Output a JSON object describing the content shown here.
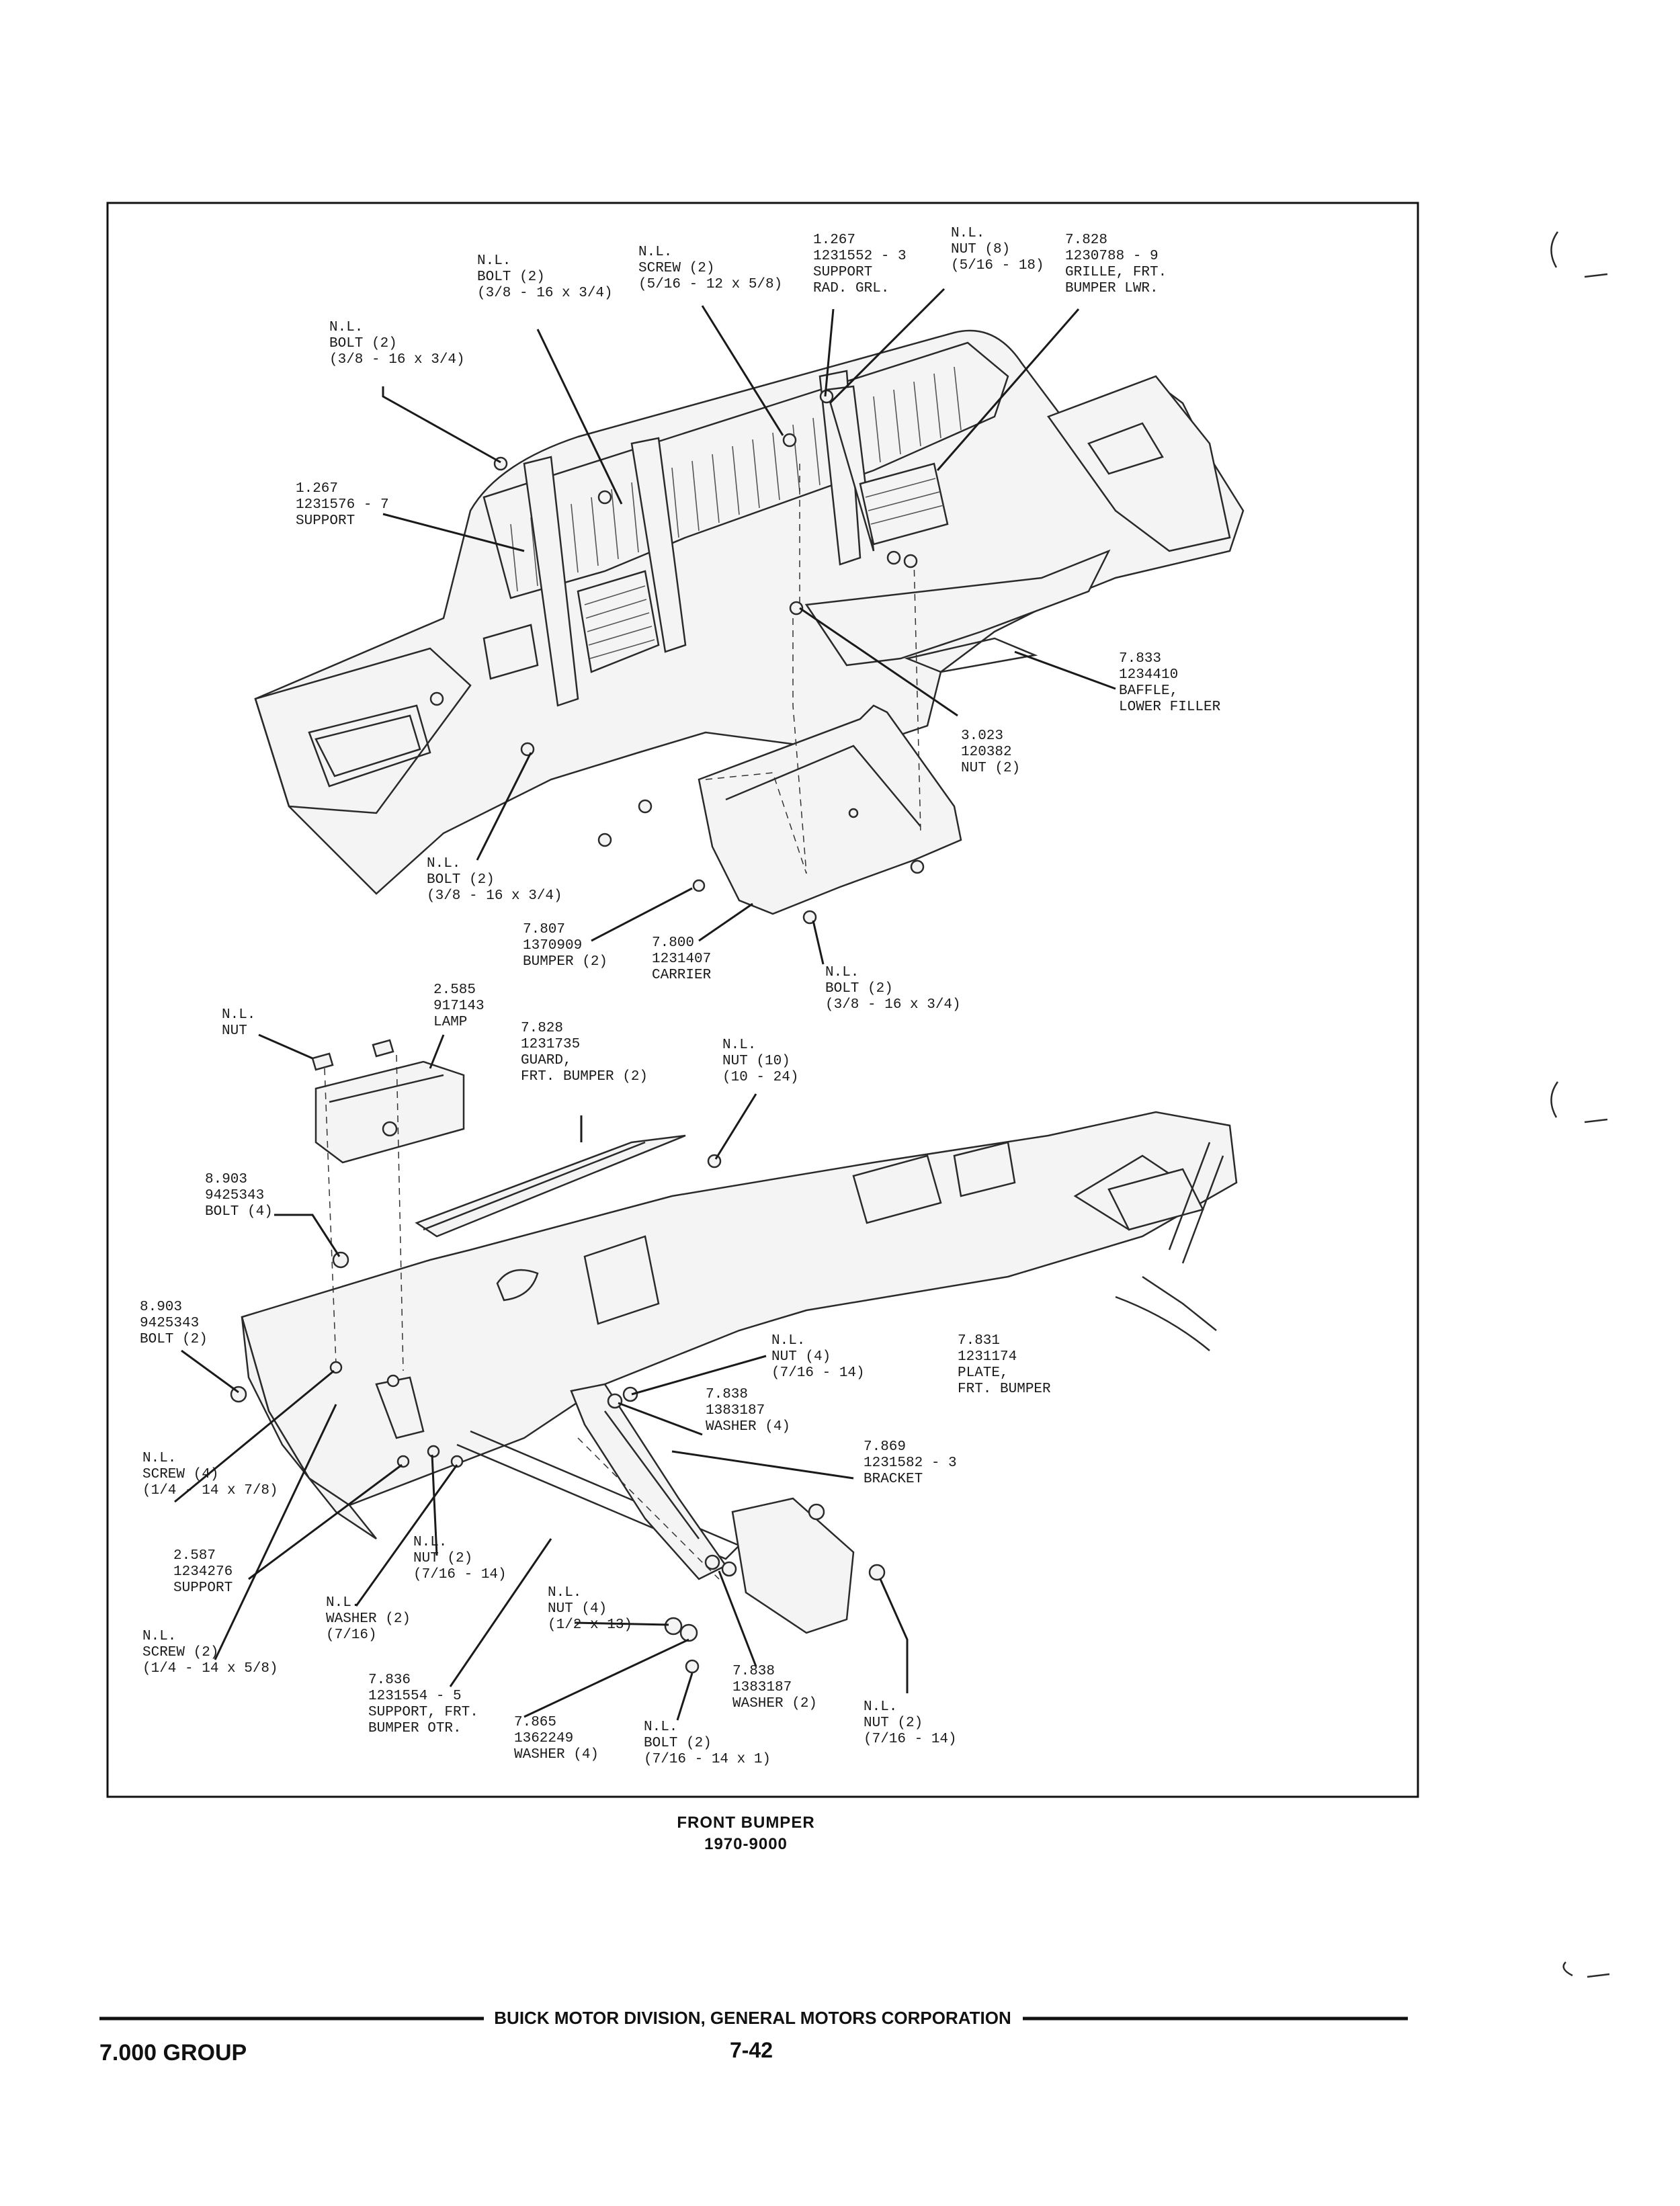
{
  "callouts": [
    {
      "lines": [
        "N.L.",
        "BOLT (2)",
        "(3/8 - 16 x 3/4)"
      ]
    },
    {
      "lines": [
        "N.L.",
        "SCREW (2)",
        "(5/16 - 12 x 5/8)"
      ]
    },
    {
      "lines": [
        "1.267",
        "1231552 - 3",
        "SUPPORT",
        "RAD. GRL."
      ]
    },
    {
      "lines": [
        "N.L.",
        "NUT (8)",
        "(5/16 - 18)"
      ]
    },
    {
      "lines": [
        "7.828",
        "1230788 - 9",
        "GRILLE, FRT.",
        "BUMPER LWR."
      ]
    },
    {
      "lines": [
        "N.L.",
        "BOLT (2)",
        "(3/8 - 16 x 3/4)"
      ]
    },
    {
      "lines": [
        "1.267",
        "1231576 - 7",
        "SUPPORT"
      ]
    },
    {
      "lines": [
        "7.833",
        "1234410",
        "BAFFLE,",
        "LOWER FILLER"
      ]
    },
    {
      "lines": [
        "3.023",
        "120382",
        "NUT (2)"
      ]
    },
    {
      "lines": [
        "N.L.",
        "BOLT (2)",
        "(3/8 - 16 x 3/4)"
      ]
    },
    {
      "lines": [
        "7.807",
        "1370909",
        "BUMPER (2)"
      ]
    },
    {
      "lines": [
        "7.800",
        "1231407",
        "CARRIER"
      ]
    },
    {
      "lines": [
        "N.L.",
        "BOLT (2)",
        "(3/8 - 16 x 3/4)"
      ]
    },
    {
      "lines": [
        "N.L.",
        "NUT"
      ]
    },
    {
      "lines": [
        "2.585",
        "917143",
        "LAMP"
      ]
    },
    {
      "lines": [
        "7.828",
        "1231735",
        "GUARD,",
        "FRT. BUMPER (2)"
      ]
    },
    {
      "lines": [
        "N.L.",
        "NUT (10)",
        "(10 - 24)"
      ]
    },
    {
      "lines": [
        "8.903",
        "9425343",
        "BOLT (4)"
      ]
    },
    {
      "lines": [
        "8.903",
        "9425343",
        "BOLT (2)"
      ]
    },
    {
      "lines": [
        "N.L.",
        "NUT (4)",
        "(7/16 - 14)"
      ]
    },
    {
      "lines": [
        "7.838",
        "1383187",
        "WASHER (4)"
      ]
    },
    {
      "lines": [
        "7.831",
        "1231174",
        "PLATE,",
        "FRT. BUMPER"
      ]
    },
    {
      "lines": [
        "7.869",
        "1231582 - 3",
        "BRACKET"
      ]
    },
    {
      "lines": [
        "N.L.",
        "SCREW (4)",
        "(1/4 - 14 x 7/8)"
      ]
    },
    {
      "lines": [
        "2.587",
        "1234276",
        "SUPPORT"
      ]
    },
    {
      "lines": [
        "N.L.",
        "NUT (2)",
        "(7/16 - 14)"
      ]
    },
    {
      "lines": [
        "N.L.",
        "WASHER (2)",
        "(7/16)"
      ]
    },
    {
      "lines": [
        "N.L.",
        "SCREW (2)",
        "(1/4 - 14 x 5/8)"
      ]
    },
    {
      "lines": [
        "N.L.",
        "NUT (4)",
        "(1/2 x 13)"
      ]
    },
    {
      "lines": [
        "7.836",
        "1231554 - 5",
        "SUPPORT, FRT.",
        "BUMPER OTR."
      ]
    },
    {
      "lines": [
        "7.865",
        "1362249",
        "WASHER (4)"
      ]
    },
    {
      "lines": [
        "N.L.",
        "BOLT (2)",
        "(7/16 - 14 x 1)"
      ]
    },
    {
      "lines": [
        "7.838",
        "1383187",
        "WASHER (2)"
      ]
    },
    {
      "lines": [
        "N.L.",
        "NUT (2)",
        "(7/16 - 14)"
      ]
    }
  ],
  "caption": {
    "title": "FRONT BUMPER",
    "subtitle": "1970-9000"
  },
  "footer": {
    "publisher": "BUICK MOTOR DIVISION, GENERAL MOTORS CORPORATION",
    "group": "7.000 GROUP",
    "page_number": "7-42"
  }
}
